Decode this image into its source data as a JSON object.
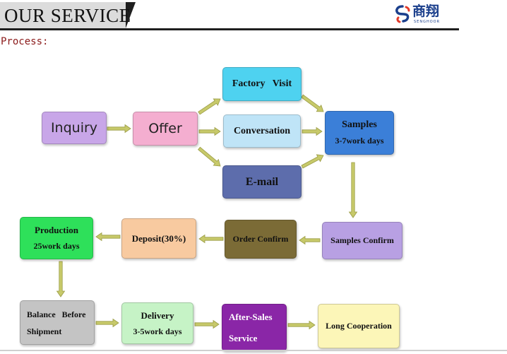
{
  "header": {
    "title": "OUR SERVICE",
    "logo_text": "商翔",
    "logo_subtext": "SENGHOOR"
  },
  "section_label": "Process:",
  "colors": {
    "inquiry": "#c8a6e8",
    "offer": "#f4aed0",
    "factory_visit": "#4ed2f0",
    "conversation": "#bfe4f7",
    "email": "#5d6dac",
    "samples": "#3b7fd8",
    "samples_confirm": "#b8a0e3",
    "order_confirm": "#7b6b36",
    "deposit": "#f8caa0",
    "production": "#2ee05a",
    "balance": "#c4c4c4",
    "delivery": "#c6f3c6",
    "after_sales": "#8a26a7",
    "long_cooperation": "#fcf6b8",
    "arrow": "#c7c96a"
  },
  "nodes": {
    "inquiry": {
      "label": "Inquiry"
    },
    "offer": {
      "label": "Offer"
    },
    "factory_visit": {
      "label": "Factory   Visit"
    },
    "conversation": {
      "label": "Conversation"
    },
    "email": {
      "label": "E-mail"
    },
    "samples": {
      "line1": "Samples",
      "line2": "3-7work days"
    },
    "samples_confirm": {
      "label": "Samples Confirm"
    },
    "order_confirm": {
      "label": "Order Confirm"
    },
    "deposit": {
      "label": "Deposit(30%)"
    },
    "production": {
      "line1": "Production",
      "line2": "25work days"
    },
    "balance": {
      "line1": "Balance   Before",
      "line2": "Shipment"
    },
    "delivery": {
      "line1": "Delivery",
      "line2": "3-5work days"
    },
    "after_sales": {
      "line1": "After-Sales",
      "line2": "Service"
    },
    "long_cooperation": {
      "label": "Long Cooperation"
    }
  }
}
